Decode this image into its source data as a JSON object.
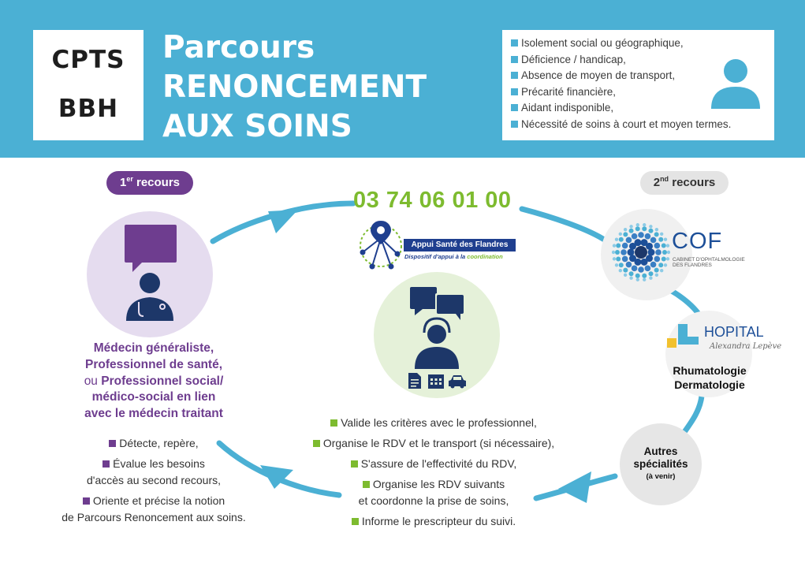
{
  "logo": {
    "line1": "CPTS",
    "line2": "BBH"
  },
  "title": {
    "line1": "Parcours",
    "line2": "RENONCEMENT",
    "line3": "AUX SOINS"
  },
  "criteria": [
    "Isolement social ou géographique,",
    "Déficience / handicap,",
    "Absence de moyen de transport,",
    "Précarité financière,",
    "Aidant indisponible,",
    "Nécessité de soins à court et moyen termes."
  ],
  "first_recourse": {
    "prefix": "1",
    "sup": "er",
    "label": " recours"
  },
  "second_recourse": {
    "prefix": "2",
    "sup": "nd",
    "label": " recours"
  },
  "phone": "03 74 06 01 00",
  "appui": {
    "name": "Appui Santé des Flandres",
    "sub_prefix": "Dispositif d'appui à la ",
    "sub_highlight": "coordination"
  },
  "professional": {
    "line1": "Médecin généraliste,",
    "line2": "Professionnel de santé,",
    "line3_ou": "ou",
    "line3_rest": " Professionnel social/",
    "line4": "médico-social en lien",
    "line5": "avec le médecin traitant"
  },
  "left_actions": [
    {
      "line1": "Détecte, repère,",
      "line2": ""
    },
    {
      "line1": "Évalue les besoins",
      "line2": "d'accès au second recours,"
    },
    {
      "line1": "Oriente et précise la notion",
      "line2": "de Parcours Renoncement aux soins."
    }
  ],
  "center_actions": [
    {
      "line1": "Valide les critères avec le professionnel,",
      "line2": ""
    },
    {
      "line1": "Organise le RDV et le transport (si nécessaire),",
      "line2": ""
    },
    {
      "line1": "S'assure de l'effectivité du RDV,",
      "line2": ""
    },
    {
      "line1": "Organise les RDV suivants",
      "line2": "et coordonne la prise de soins,"
    },
    {
      "line1": "Informe le prescripteur du suivi.",
      "line2": ""
    }
  ],
  "cof": {
    "name": "COF",
    "sub1": "CABINET D'OPHTALMOLOGIE",
    "sub2": "DES FLANDRES"
  },
  "hopital": {
    "name": "HOPITAL",
    "signature": "Alexandra Lepève"
  },
  "specialties": [
    "Rhumatologie",
    "Dermatologie"
  ],
  "autres": {
    "line1": "Autres",
    "line2": "spécialités",
    "line3": "(à venir)"
  },
  "colors": {
    "header_blue": "#4bb0d4",
    "purple": "#6e3d8f",
    "green": "#7dbb2f",
    "navy": "#1f3f8f",
    "icon_navy": "#1d3769"
  },
  "icons": [
    "person-icon",
    "doctor-chat-icon",
    "phone-operator-icon",
    "document-icon",
    "calendar-icon",
    "car-icon",
    "location-network-icon",
    "cof-dots-logo-icon",
    "hopital-cross-logo-icon"
  ]
}
